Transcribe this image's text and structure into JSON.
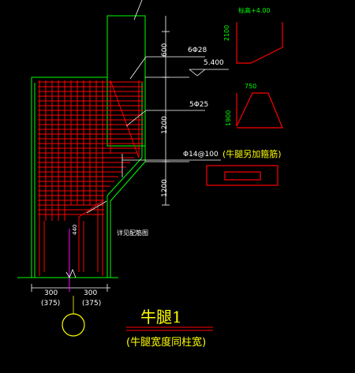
{
  "drawing": {
    "dims": {
      "d600": "600",
      "d1200a": "1200",
      "d1200b": "1200",
      "d300l": "300",
      "d300r": "300",
      "d375l": "(375)",
      "d375r": "(375)",
      "d440": "440"
    },
    "annotations": {
      "rebar_top": "6Φ28",
      "elevation": "5.400",
      "rebar_mid": "5Φ25",
      "stirrup": "Φ14@100",
      "extra_rebar": "(牛腿另加箍筋)",
      "slope_note": "详见配筋图",
      "detail_top": "标高+4.00",
      "dim_2100": "2100",
      "dim_750": "750",
      "dim_1900": "1900"
    },
    "title": {
      "main": "牛腿1",
      "sub": "(牛腿宽度同柱宽)"
    },
    "colors": {
      "background": "#000000",
      "concrete": "#00ff00",
      "rebar": "#ff0000",
      "text": "#ffffff",
      "title": "#ffff00",
      "leader": "#ff00ff"
    }
  }
}
